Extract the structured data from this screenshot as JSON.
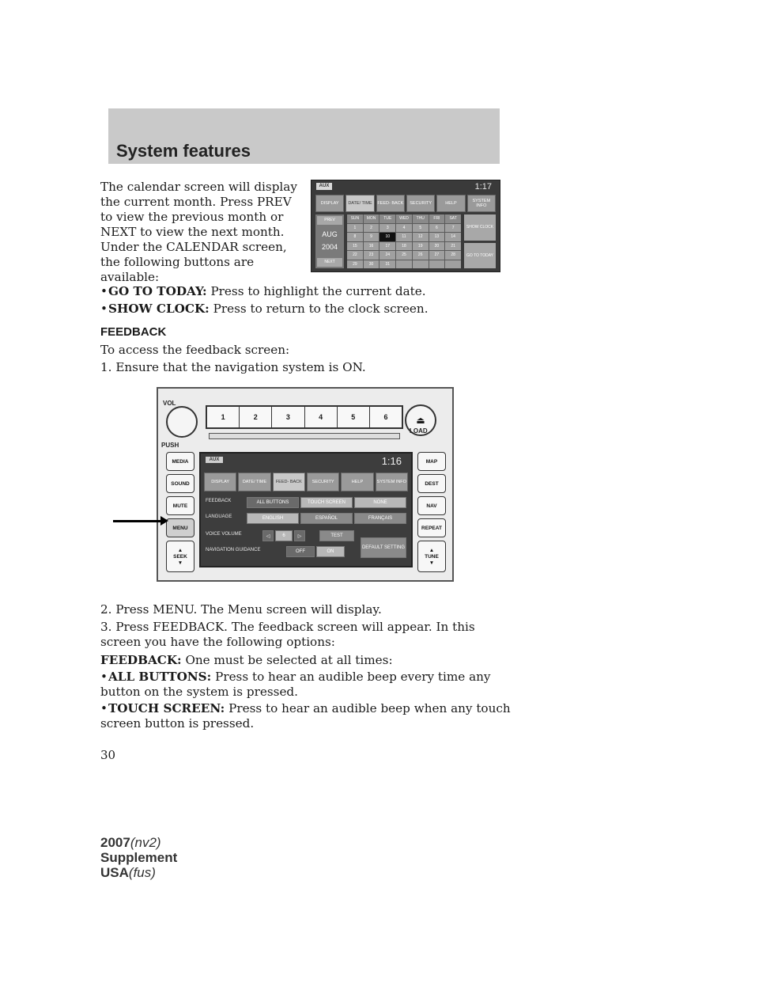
{
  "header": {
    "title": "System features"
  },
  "intro": "The calendar screen will display the current month. Press PREV to view the previous month or NEXT to view the next month. Under the CALENDAR screen, the following buttons are available:",
  "calendar_screen": {
    "aux": "AUX",
    "time": "1:17",
    "tabs": [
      "DISPLAY",
      "DATE/ TIME",
      "FEED- BACK",
      "SECURITY",
      "HELP",
      "SYSTEM INFO"
    ],
    "prev": "PREV",
    "next": "NEXT",
    "month": "AUG",
    "year": "2004",
    "weekdays": [
      "SUN",
      "MON",
      "TUE",
      "WED",
      "THU",
      "FRI",
      "SAT"
    ],
    "days": [
      "1",
      "2",
      "3",
      "4",
      "5",
      "6",
      "7",
      "8",
      "9",
      "10",
      "11",
      "12",
      "13",
      "14",
      "15",
      "16",
      "17",
      "18",
      "19",
      "20",
      "21",
      "22",
      "23",
      "24",
      "25",
      "26",
      "27",
      "28",
      "29",
      "30",
      "31",
      "",
      "",
      "",
      ""
    ],
    "today_index": 9,
    "show_clock": "SHOW CLOCK",
    "go_to_today": "GO TO TODAY"
  },
  "bullets_calendar": [
    {
      "term": "GO TO TODAY:",
      "text": "Press to highlight the current date."
    },
    {
      "term": "SHOW CLOCK:",
      "text": "Press to return to the clock screen."
    }
  ],
  "section": {
    "heading": "FEEDBACK",
    "access": "To access the feedback screen:",
    "step1": "1. Ensure that the navigation system is ON.",
    "step2": "2. Press MENU. The Menu screen will display.",
    "step3": "3. Press FEEDBACK. The feedback screen will appear. In this screen you have the following options:",
    "feedback_term": "FEEDBACK:",
    "feedback_text": "One must be selected at all times:"
  },
  "head_unit": {
    "vol": "VOL",
    "push": "PUSH",
    "presets": [
      "1",
      "2",
      "3",
      "4",
      "5",
      "6"
    ],
    "load": "LOAD",
    "left_buttons": [
      "MEDIA",
      "SOUND",
      "MUTE",
      "MENU"
    ],
    "seek": "SEEK",
    "right_buttons": [
      "MAP",
      "DEST",
      "NAV",
      "REPEAT"
    ],
    "tune": "TUNE",
    "screen": {
      "aux": "AUX",
      "time": "1:16",
      "tabs": [
        "DISPLAY",
        "DATE/ TIME",
        "FEED- BACK",
        "SECURITY",
        "HELP",
        "SYSTEM INFO"
      ],
      "feedback_label": "FEEDBACK",
      "feedback_opts": [
        "ALL BUTTONS",
        "TOUCH SCREEN",
        "NONE"
      ],
      "language_label": "LANGUAGE",
      "language_opts": [
        "ENGLISH",
        "ESPAÑOL",
        "FRANÇAIS"
      ],
      "voice_label": "VOICE VOLUME",
      "voice_value": "6",
      "test": "TEST",
      "guidance_label": "NAVIGATION GUIDANCE",
      "off": "OFF",
      "on": "ON",
      "default": "DEFAULT SETTING"
    }
  },
  "bullets_feedback": [
    {
      "term": "ALL BUTTONS:",
      "text": "Press to hear an audible beep every time any button on the system is pressed."
    },
    {
      "term": "TOUCH SCREEN:",
      "text": "Press to hear an audible beep when any touch screen button is pressed."
    }
  ],
  "page_number": "30",
  "footer": {
    "year": "2007",
    "year_tag": "(nv2)",
    "line2": "Supplement",
    "region": "USA",
    "region_tag": "(fus)"
  }
}
